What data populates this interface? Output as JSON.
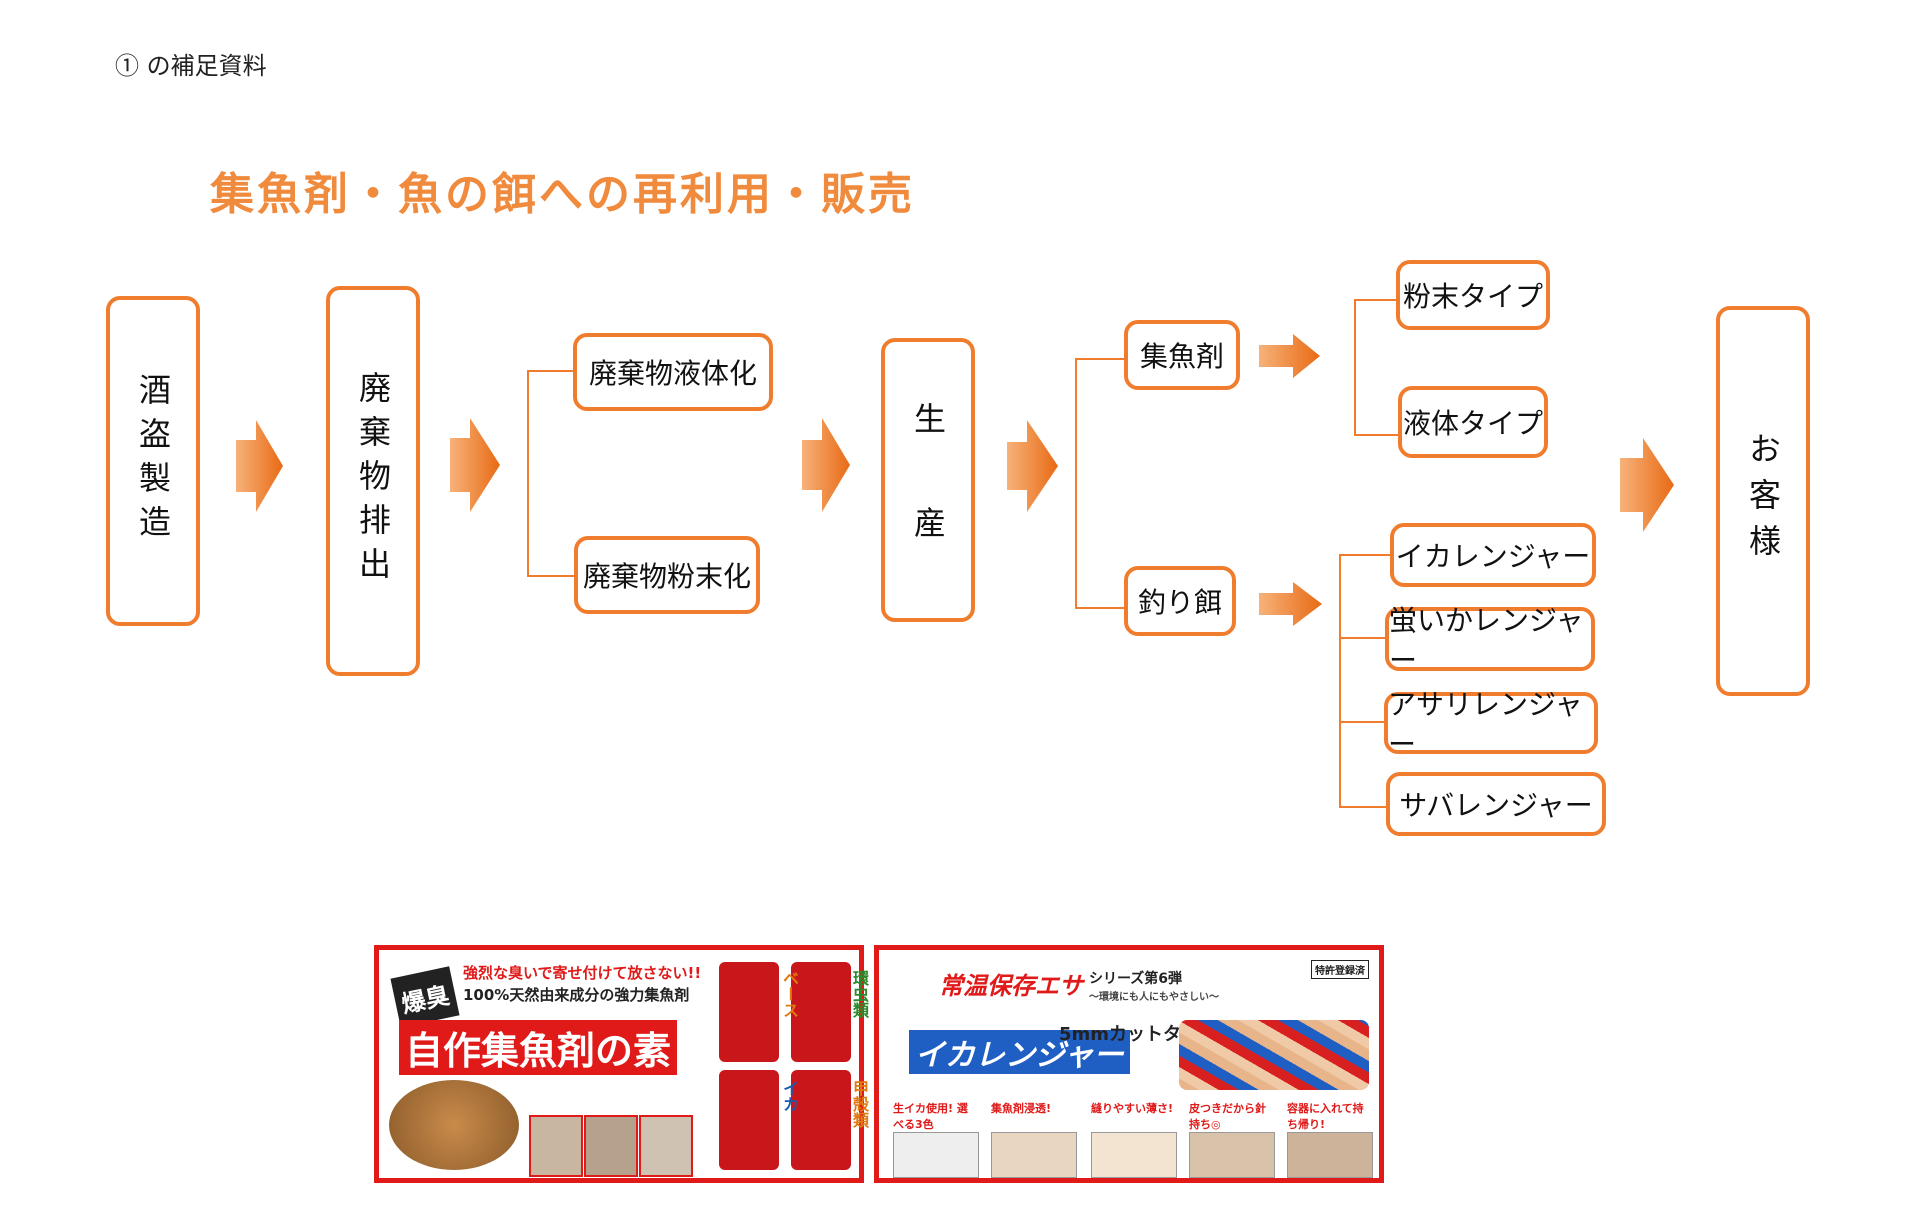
{
  "header": {
    "note": "① の補足資料",
    "title": "集魚剤・魚の餌への再利用・販売"
  },
  "flow": {
    "sake": "酒盗製造",
    "waste": "廃棄物排出",
    "liquid": "廃棄物液体化",
    "powder": "廃棄物粉末化",
    "production": "生　産",
    "attractant": "集魚剤",
    "bait": "釣り餌",
    "powder_type": "粉末タイプ",
    "liquid_type": "液体タイプ",
    "ika": "イカレンジャー",
    "hotaru": "蛍いかレンジャー",
    "asari": "アサリレンジャー",
    "saba": "サバレンジャー",
    "customer": "お客様"
  },
  "banner_left": {
    "tagline1": "強烈な臭いで寄せ付けて放さない!!",
    "tagline2": "100%天然由来成分の強力集魚剤",
    "badge": "爆臭",
    "product": "自作集魚剤の素",
    "label_base": "ベース",
    "label_kouchu": "環虫類",
    "label_ika": "イカ",
    "label_kokaku": "甲殻類"
  },
  "banner_right": {
    "title": "常温保存エサ",
    "series": "シリーズ第6弾",
    "sub": "〜環境にも人にもやさしい〜",
    "patent": "特許登録済",
    "product": "イカレンジャー",
    "cut": "5mmカットタイプ",
    "f1": "生イカ使用! 選べる3色",
    "f2": "集魚剤浸透!",
    "f3": "縫りやすい薄さ!",
    "f4": "皮つきだから針持ち◎",
    "f5": "容器に入れて持ち帰り!"
  },
  "colors": {
    "accent": "#f07d2d",
    "arrow": "#f0852f",
    "banner_red": "#e01919"
  }
}
